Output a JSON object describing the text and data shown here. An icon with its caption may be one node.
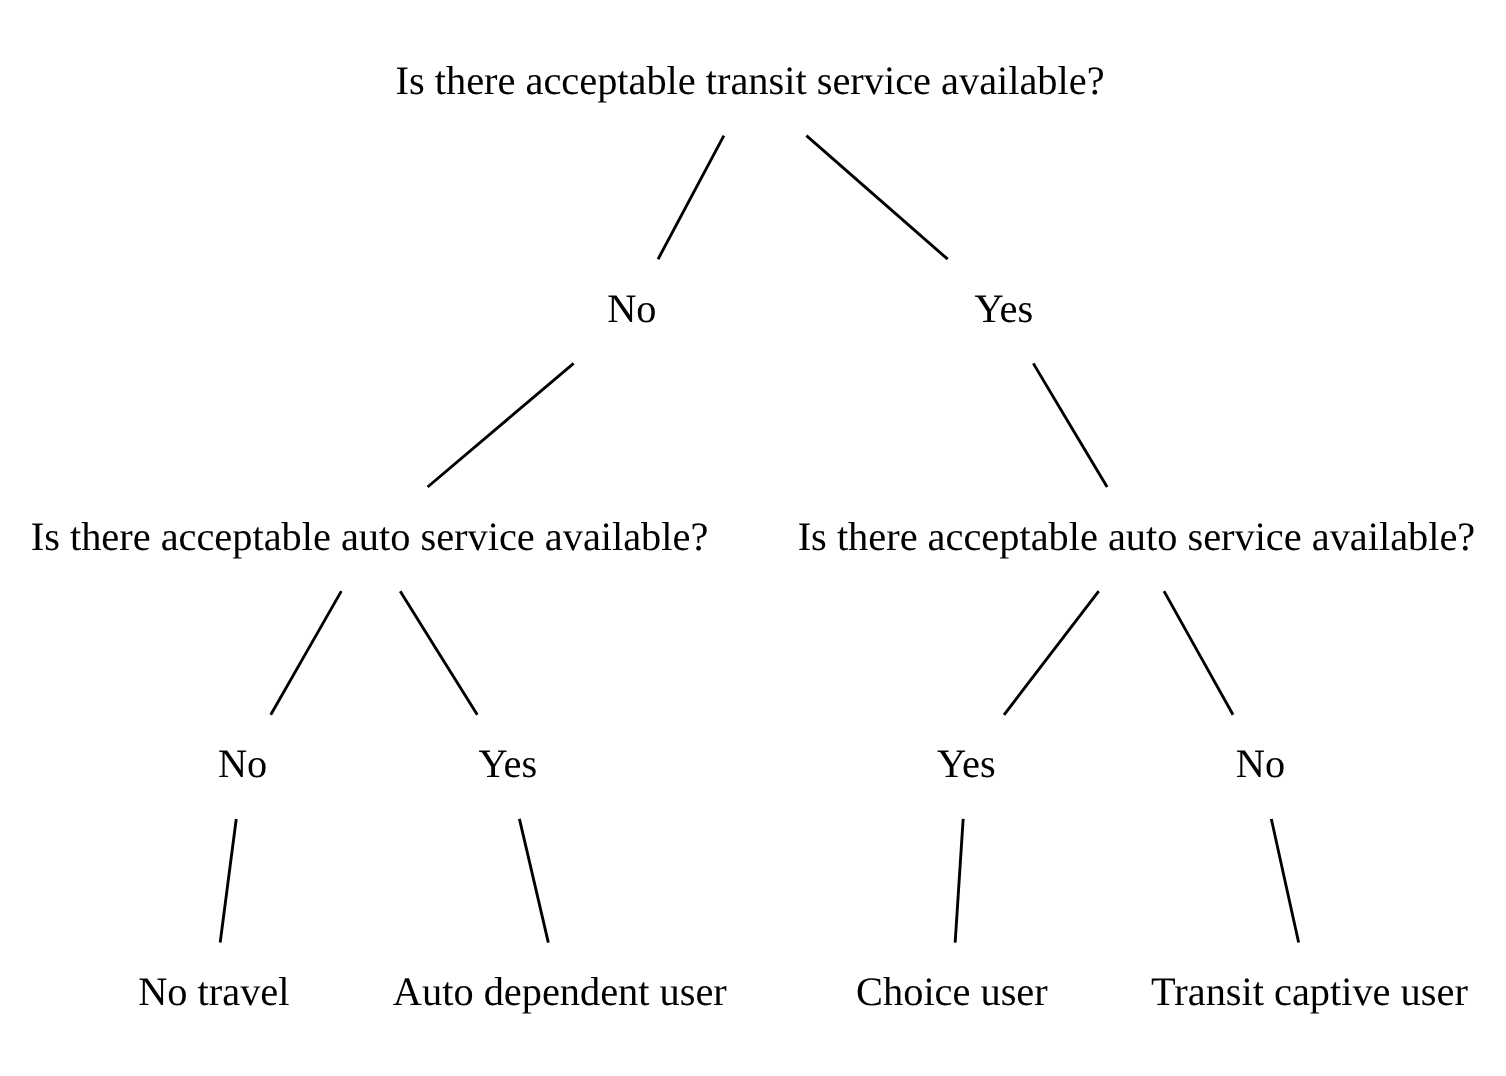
{
  "diagram": {
    "nodes": [
      {
        "text": [
          "Is there acceptable transit service available?"
        ]
      },
      {
        "text": [
          "No"
        ]
      },
      {
        "text": [
          "Yes"
        ]
      },
      {
        "text": [
          "Is there acceptable auto service available?"
        ]
      },
      {
        "text": [
          "Is there acceptable auto service available?"
        ]
      },
      {
        "text": [
          "No"
        ]
      },
      {
        "text": [
          "Yes"
        ]
      },
      {
        "text": [
          "Yes"
        ]
      },
      {
        "text": [
          "No"
        ]
      },
      {
        "text": [
          "No travel"
        ]
      },
      {
        "text": [
          "Auto dependent user"
        ]
      },
      {
        "text": [
          "Choice user"
        ]
      },
      {
        "text": [
          "Transit captive user"
        ]
      }
    ],
    "edges": [
      {
        "from": 0,
        "to": 1,
        "arrow": "none"
      },
      {
        "from": 0,
        "to": 2,
        "arrow": "none"
      },
      {
        "from": 1,
        "to": 3,
        "arrow": "none"
      },
      {
        "from": 2,
        "to": 4,
        "arrow": "none"
      },
      {
        "from": 3,
        "to": 5,
        "arrow": "none"
      },
      {
        "from": 3,
        "to": 6,
        "arrow": "none"
      },
      {
        "from": 4,
        "to": 7,
        "arrow": "none"
      },
      {
        "from": 4,
        "to": 8,
        "arrow": "none"
      },
      {
        "from": 5,
        "to": 9,
        "arrow": "none"
      },
      {
        "from": 6,
        "to": 10,
        "arrow": "none"
      },
      {
        "from": 7,
        "to": 11,
        "arrow": "none"
      },
      {
        "from": 8,
        "to": 12,
        "arrow": "none"
      }
    ]
  }
}
